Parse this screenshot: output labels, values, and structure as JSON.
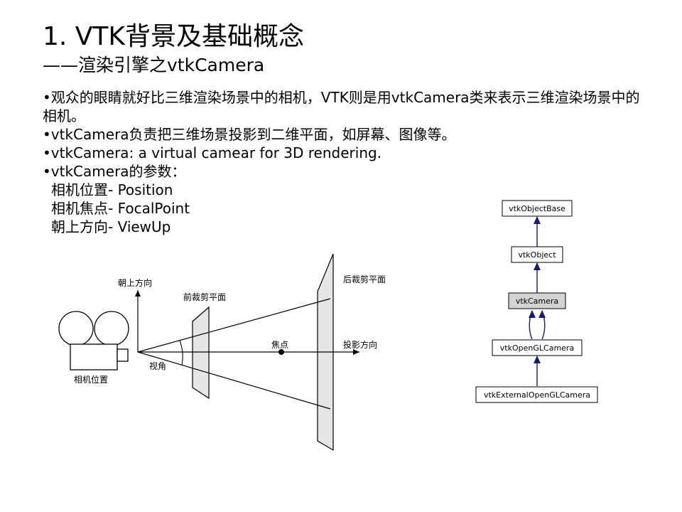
{
  "slide": {
    "title": "1. VTK背景及基础概念",
    "subtitle": "——渲染引擎之vtkCamera",
    "bullets": [
      "•观众的眼睛就好比三维渲染场景中的相机，VTK则是用vtkCamera类来表示三维渲染场景中的相机。",
      "•vtkCamera负责把三维场景投影到二维平面，如屏幕、图像等。",
      "•vtkCamera: a virtual camear for 3D rendering.",
      "•vtkCamera的参数："
    ],
    "params": [
      "相机位置- Position",
      "相机焦点- FocalPoint",
      "朝上方向- ViewUp"
    ]
  },
  "camera_diagram": {
    "view_up_label": "朝上方向",
    "near_plane_label": "前裁剪平面",
    "far_plane_label": "后裁剪平面",
    "focal_point_label": "焦点",
    "projection_dir_label": "投影方向",
    "view_angle_label": "视角",
    "camera_position_label": "相机位置"
  },
  "class_hierarchy": {
    "nodes": [
      "vtkObjectBase",
      "vtkObject",
      "vtkCamera",
      "vtkOpenGLCamera",
      "vtkExternalOpenGLCamera"
    ],
    "highlight": "vtkCamera",
    "highlight_color": "#d3d3d3",
    "arrow_color": "#1a1a6e"
  }
}
